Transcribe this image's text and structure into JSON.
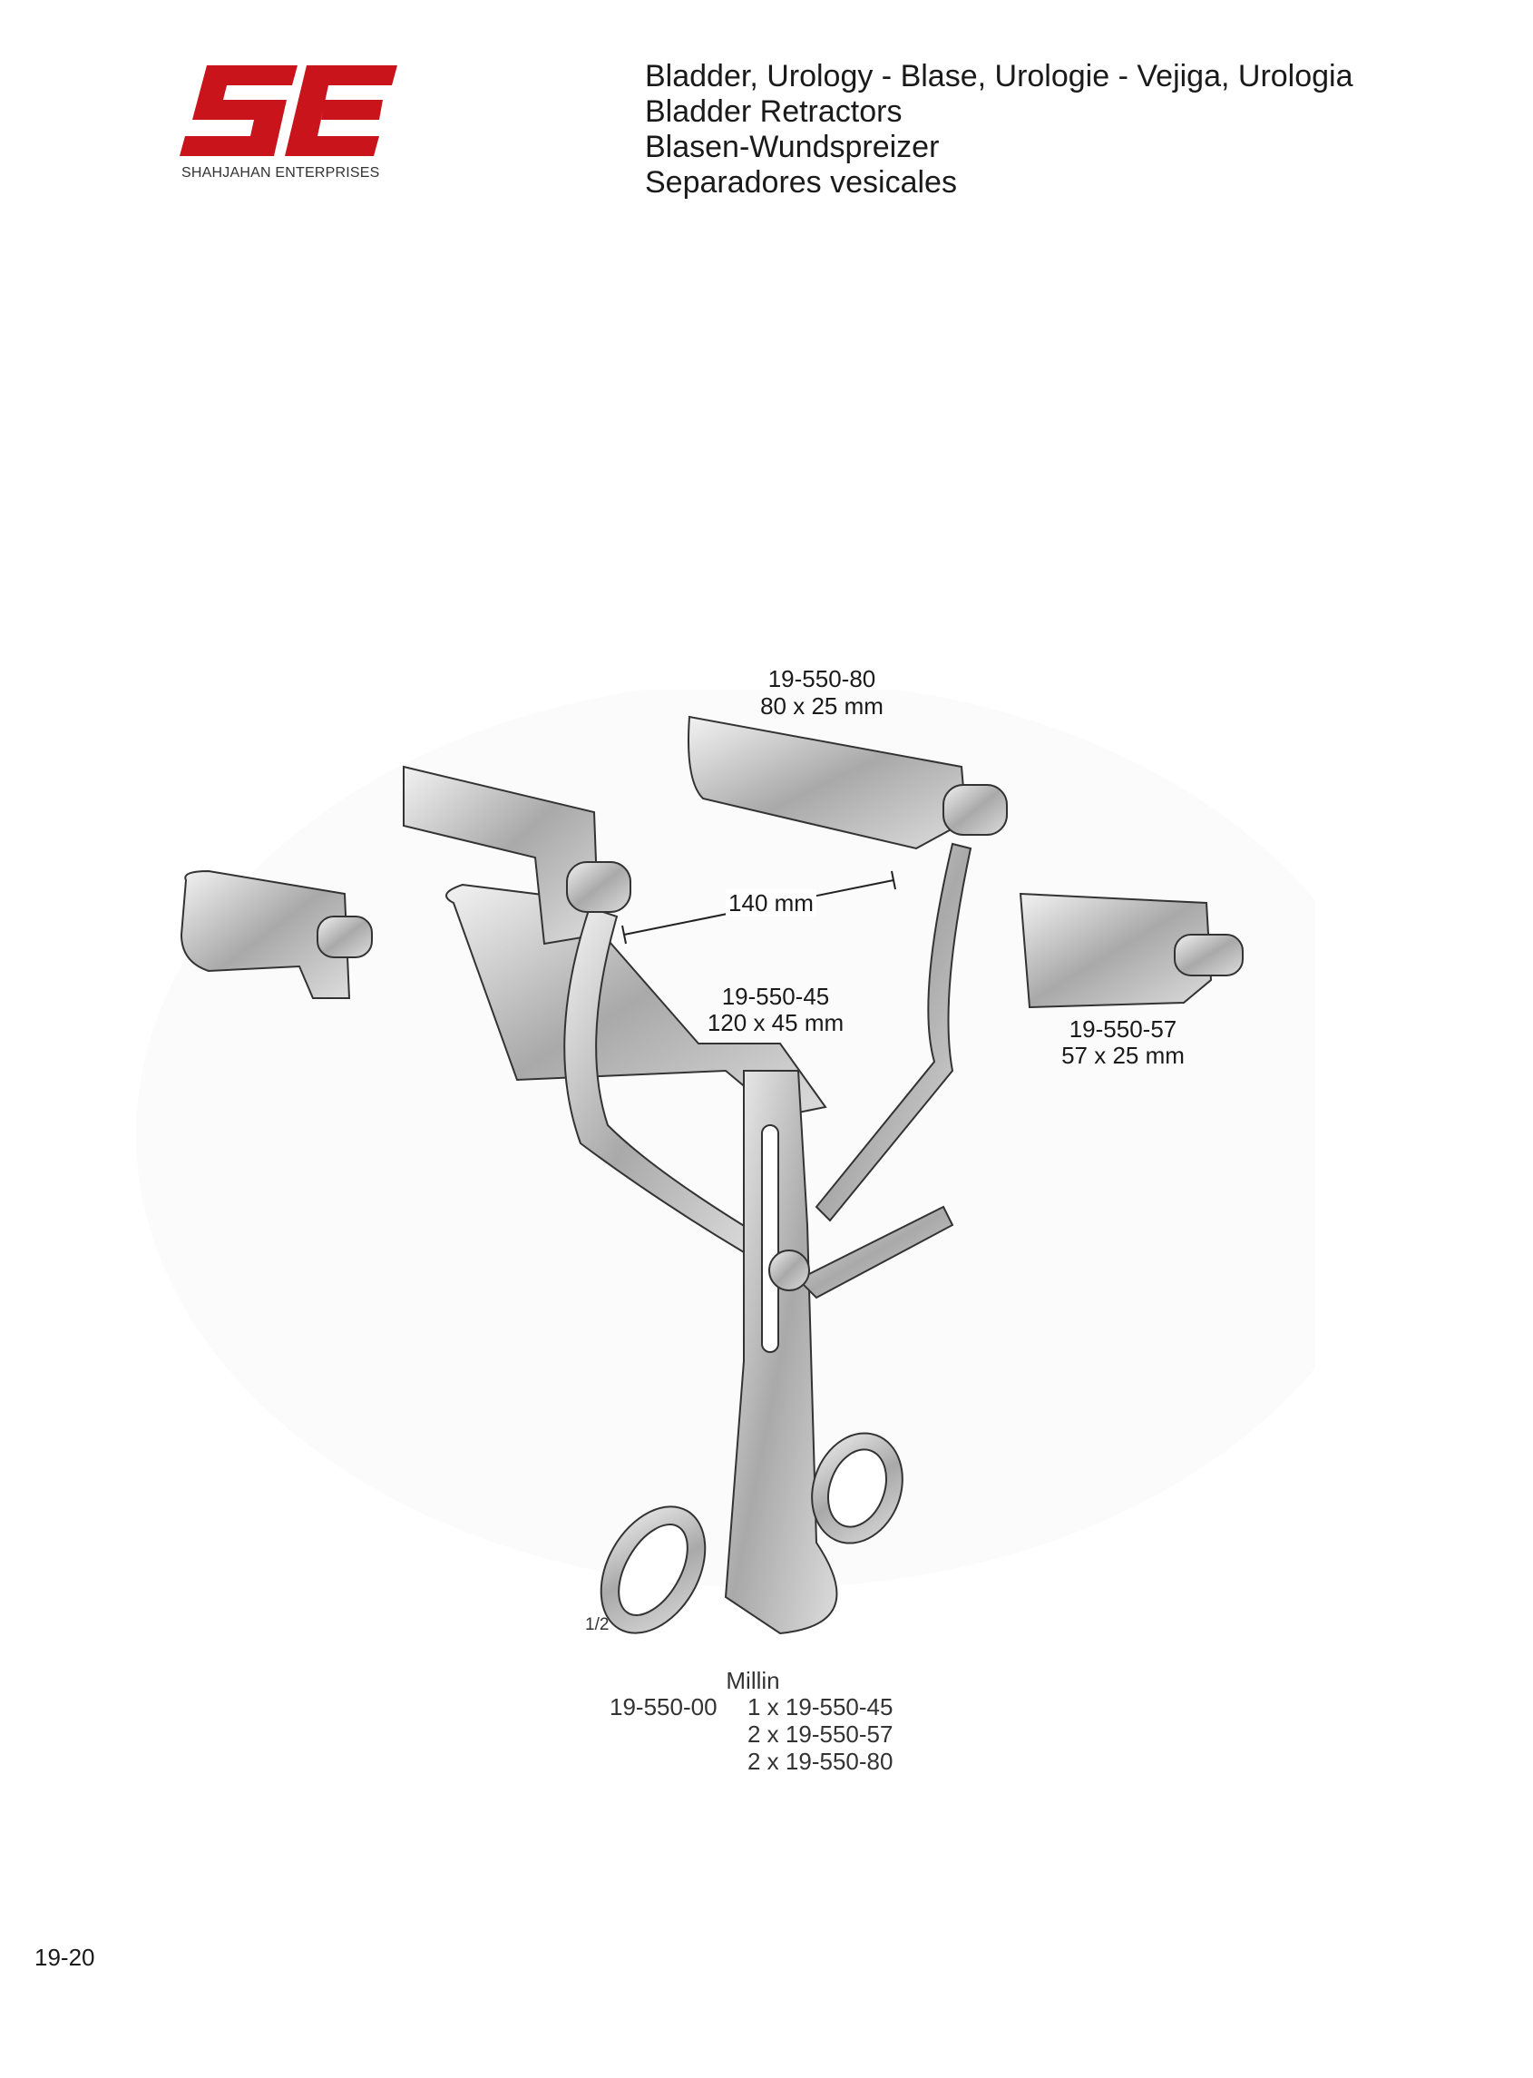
{
  "brand": {
    "logo_letters": "SE",
    "name": "SHAHJAHAN ENTERPRISES",
    "color": "#c8141a"
  },
  "header": {
    "lines": [
      "Bladder, Urology  -  Blase, Urologie  -  Vejiga, Urologia",
      "Bladder Retractors",
      "Blasen-Wundspreizer",
      "Separadores vesicales"
    ]
  },
  "labels": {
    "blade_80": {
      "code": "19-550-80",
      "size": "80 x 25 mm"
    },
    "span": "140 mm",
    "blade_45": {
      "code": "19-550-45",
      "size": "120 x 45 mm"
    },
    "blade_57": {
      "code": "19-550-57",
      "size": "57 x 25 mm"
    },
    "scale": "1/2"
  },
  "product": {
    "name": "Millin",
    "code": "19-550-00",
    "components": [
      "1 x 19-550-45",
      "2 x 19-550-57",
      "2 x 19-550-80"
    ]
  },
  "page_number": "19-20"
}
